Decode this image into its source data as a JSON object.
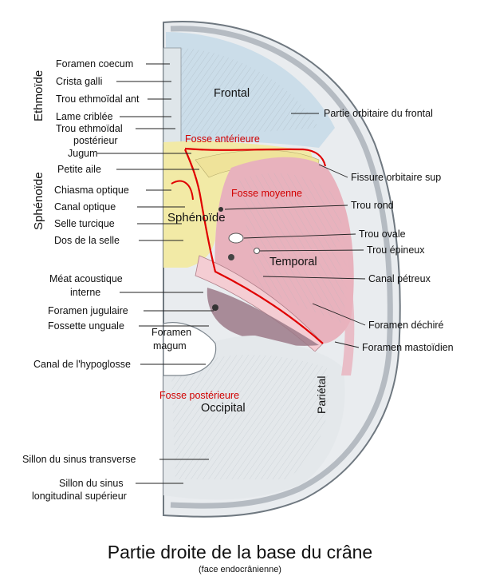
{
  "title": "Partie droite de la  base du crâne",
  "subtitle": "(face endocrânienne)",
  "bone_groups": {
    "ethmoide": "Ethmoïde",
    "sphenoide": "Sphénoïde"
  },
  "regions": {
    "frontal": "Frontal",
    "sphenoide": "Sphénoïde",
    "temporal": "Temporal",
    "occipital": "Occipital",
    "parietal": "Pariétal"
  },
  "fosses": {
    "anterieure": "Fosse antérieure",
    "moyenne": "Fosse moyenne",
    "posterieure": "Fosse postérieure"
  },
  "left_labels": [
    "Foramen coecum",
    "Crista galli",
    "Trou ethmoïdal ant",
    "Lame criblée",
    "Trou ethmoïdal",
    "postérieur",
    "Jugum",
    "Petite aile",
    "Chiasma optique",
    "Canal optique",
    "Selle turcique",
    "Dos de la selle",
    "Méat acoustique",
    "interne",
    "Foramen jugulaire",
    "Fossette unguale",
    "Foramen",
    "magum",
    "Canal de l'hypoglosse",
    "Sillon du sinus transverse",
    "Sillon du sinus",
    "longitudinal supérieur"
  ],
  "right_labels": [
    "Partie orbitaire du frontal",
    "Fissure orbitaire sup",
    "Trou rond",
    "Trou ovale",
    "Trou épineux",
    "Canal pétreux",
    "Foramen déchiré",
    "Foramen mastoïdien"
  ],
  "colors": {
    "frontal": "#c8dbe8",
    "sphenoide": "#f2eaa6",
    "temporal": "#e8b2bd",
    "occipital_shadow": "#9c7a88",
    "fosse_line": "#e00000",
    "bone_outline": "#7f8890"
  }
}
